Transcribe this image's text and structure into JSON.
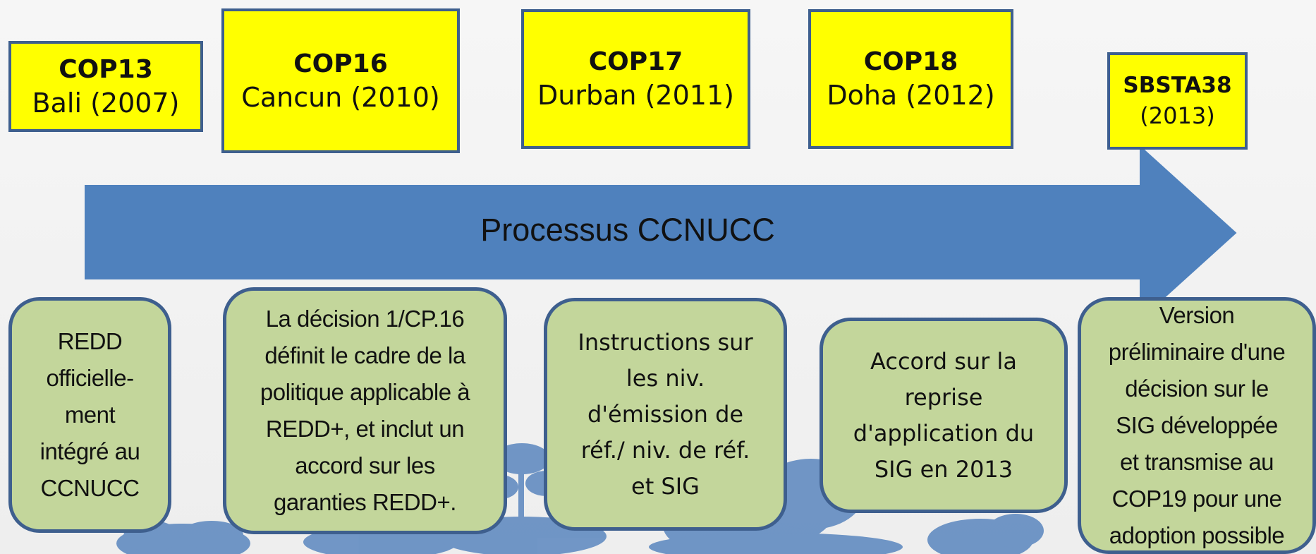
{
  "colors": {
    "cop_box_fill": "#ffff00",
    "box_border": "#3e5f8e",
    "arrow_fill": "#4f81bd",
    "note_fill": "#c3d69b",
    "tree_silhouette": "#5a86be"
  },
  "arrow": {
    "label": "Processus CCNUCC"
  },
  "cop_boxes": [
    {
      "code": "COP13",
      "place": "Bali (2007)"
    },
    {
      "code": "COP16",
      "place": "Cancun (2010)"
    },
    {
      "code": "COP17",
      "place": "Durban (2011)"
    },
    {
      "code": "COP18",
      "place": "Doha (2012)"
    },
    {
      "code": "SBSTA38",
      "place": "(2013)"
    }
  ],
  "notes": [
    {
      "text": "REDD\nofficielle-\nment\nintégré au\nCCNUCC"
    },
    {
      "text": "La décision 1/CP.16\ndéfinit le cadre de la\npolitique applicable à\nREDD+, et inclut un\naccord sur les\ngaranties REDD+."
    },
    {
      "text": "Instructions sur\nles niv.\nd'émission de\nréf./ niv. de réf.\net SIG"
    },
    {
      "text": "Accord sur la\nreprise\nd'application du\nSIG en 2013"
    },
    {
      "text": "Version\npréliminaire d'une\ndécision sur le\nSIG développée\net transmise au\nCOP19 pour une\nadoption possible"
    }
  ]
}
